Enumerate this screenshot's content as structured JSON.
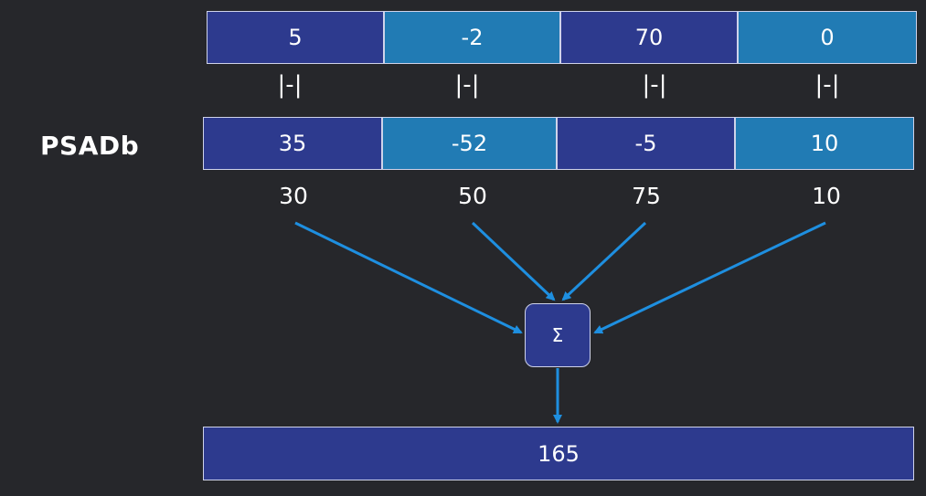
{
  "row_a": [
    "5",
    "-2",
    "70",
    "0"
  ],
  "abs_ops": [
    "|-|",
    "|-|",
    "|-|",
    "|-|"
  ],
  "row_b_label": "PSADb",
  "row_b": [
    "35",
    "-52",
    "-5",
    "10"
  ],
  "abs_diffs": [
    "30",
    "50",
    "75",
    "10"
  ],
  "sum_symbol": "Σ",
  "result": "165",
  "colors": {
    "background": "#26272b",
    "cell_dark": "#2d3a8e",
    "cell_light": "#217bb4",
    "arrow": "#1e8fe0",
    "border": "#cfd3ea"
  }
}
